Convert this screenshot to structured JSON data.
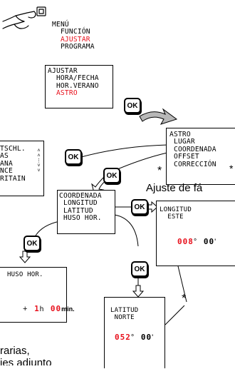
{
  "menu": {
    "lines": [
      "MENú",
      "FUNCIóN",
      "AJUSTAR",
      "PROGRAMA"
    ]
  },
  "ajustar": {
    "lines": [
      "AJUSTAR",
      "HORA/FECHA",
      "HOR.VERANO",
      "ASTRO"
    ]
  },
  "astro": {
    "lines": [
      "ASTRO",
      "LUGAR",
      "COORDENADA",
      "OFFSET",
      "CORRECCIóN"
    ]
  },
  "lang_list": {
    "lines": [
      "TSCHL.",
      "AS",
      "ANA",
      "NCE",
      "RITAIN"
    ]
  },
  "coordenada": {
    "lines": [
      "COORDENADA",
      "LONGITUD",
      "LATITUD",
      "HUSO HOR."
    ]
  },
  "longitud": {
    "title": "LONGITUD",
    "sub": "ESTE",
    "value": "008",
    "unit_deg": "°",
    "value_min": "00",
    "unit_min": "'"
  },
  "latitud": {
    "title": "LATITUD",
    "sub": "NORTE",
    "value": "052",
    "unit_deg": "°",
    "value_min": "00",
    "unit_min": "'"
  },
  "huso": {
    "title": "HUSO HOR.",
    "sign": "+",
    "hours": "1",
    "h_label": "h",
    "minutes": "00",
    "min_label": "min."
  },
  "ok_label": "OK",
  "asterisk": "*",
  "caption_right": "Ajuste de fá",
  "caption_bottom1": "rarias,",
  "caption_bottom2": "ies adjunto",
  "colors": {
    "highlight": "#e8101c",
    "arrow_fill": "#b8b8b8"
  }
}
